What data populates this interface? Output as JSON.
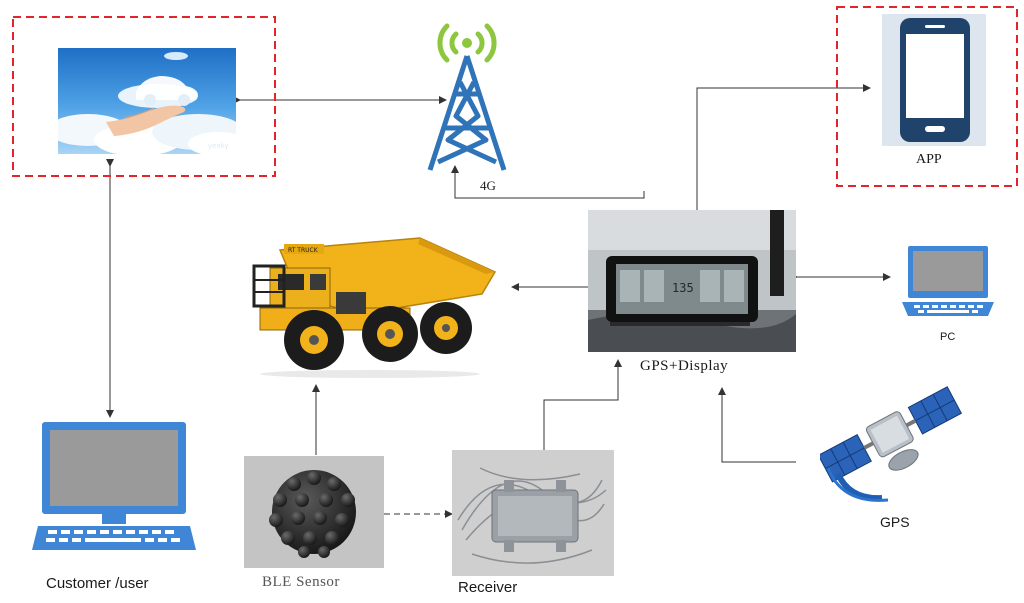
{
  "labels": {
    "app": "APP",
    "fourg": "4G",
    "gps_display": "GPS+Display",
    "pc": "PC",
    "gps": "GPS",
    "customer": "Customer /user",
    "ble_sensor": "BLE Sensor",
    "receiver": "Receiver"
  },
  "truck": {
    "badge": "RT TRUCK"
  },
  "display": {
    "readout": "135"
  },
  "colors": {
    "dashed_box": "#e0262b",
    "device_blue": "#3f86d6",
    "screen_gray": "#9a9a9a",
    "tower_blue": "#2f73b8",
    "signal_green": "#8dc63f",
    "phone_navy": "#20436b",
    "truck_yellow": "#f2b21a",
    "arrow": "#333333"
  }
}
